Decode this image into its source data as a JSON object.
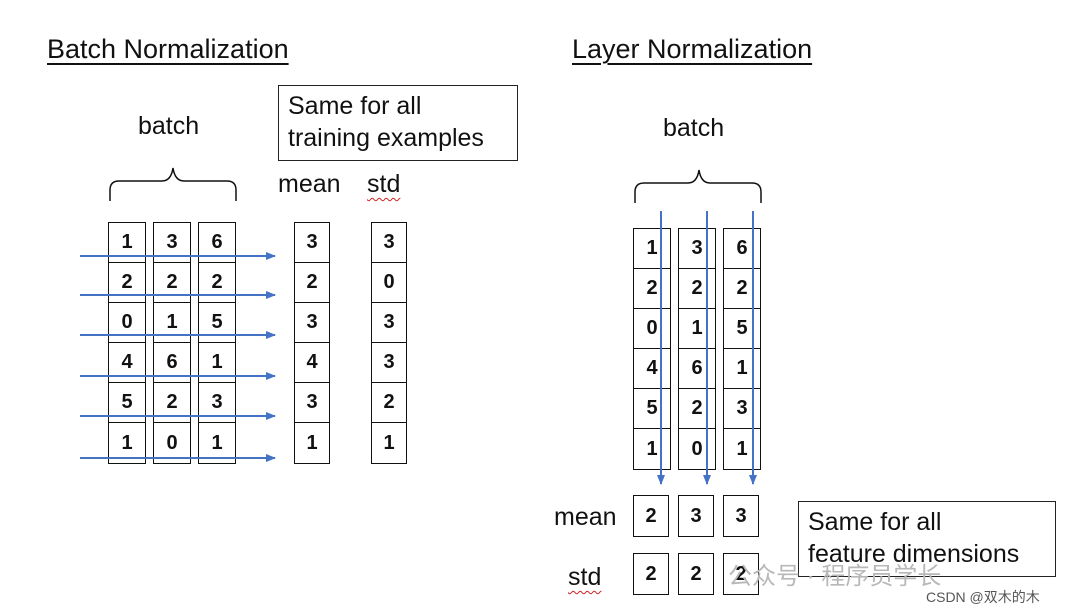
{
  "batch_norm": {
    "title": "Batch Normalization",
    "batch_label": "batch",
    "note": [
      "Same for all",
      "training examples"
    ],
    "mean_label": "mean",
    "std_label": "std",
    "columns": [
      [
        "1",
        "2",
        "0",
        "4",
        "5",
        "1"
      ],
      [
        "3",
        "2",
        "1",
        "6",
        "2",
        "0"
      ],
      [
        "6",
        "2",
        "5",
        "1",
        "3",
        "1"
      ]
    ],
    "mean_values": [
      "3",
      "2",
      "3",
      "4",
      "3",
      "1"
    ],
    "std_values": [
      "3",
      "0",
      "3",
      "3",
      "2",
      "1"
    ]
  },
  "layer_norm": {
    "title": "Layer Normalization",
    "batch_label": "batch",
    "columns": [
      [
        "1",
        "2",
        "0",
        "4",
        "5",
        "1"
      ],
      [
        "3",
        "2",
        "1",
        "6",
        "2",
        "0"
      ],
      [
        "6",
        "2",
        "5",
        "1",
        "3",
        "1"
      ]
    ],
    "mean_label": "mean",
    "std_label": "std",
    "mean_values": [
      "2",
      "3",
      "3"
    ],
    "std_values": [
      "2",
      "2",
      "2"
    ],
    "note": [
      "Same for all",
      "feature dimensions"
    ]
  },
  "watermark": "公众号 · 程序员学长",
  "credit": "CSDN @双木的木",
  "colors": {
    "arrow": "#4472c4",
    "border": "#111111"
  }
}
